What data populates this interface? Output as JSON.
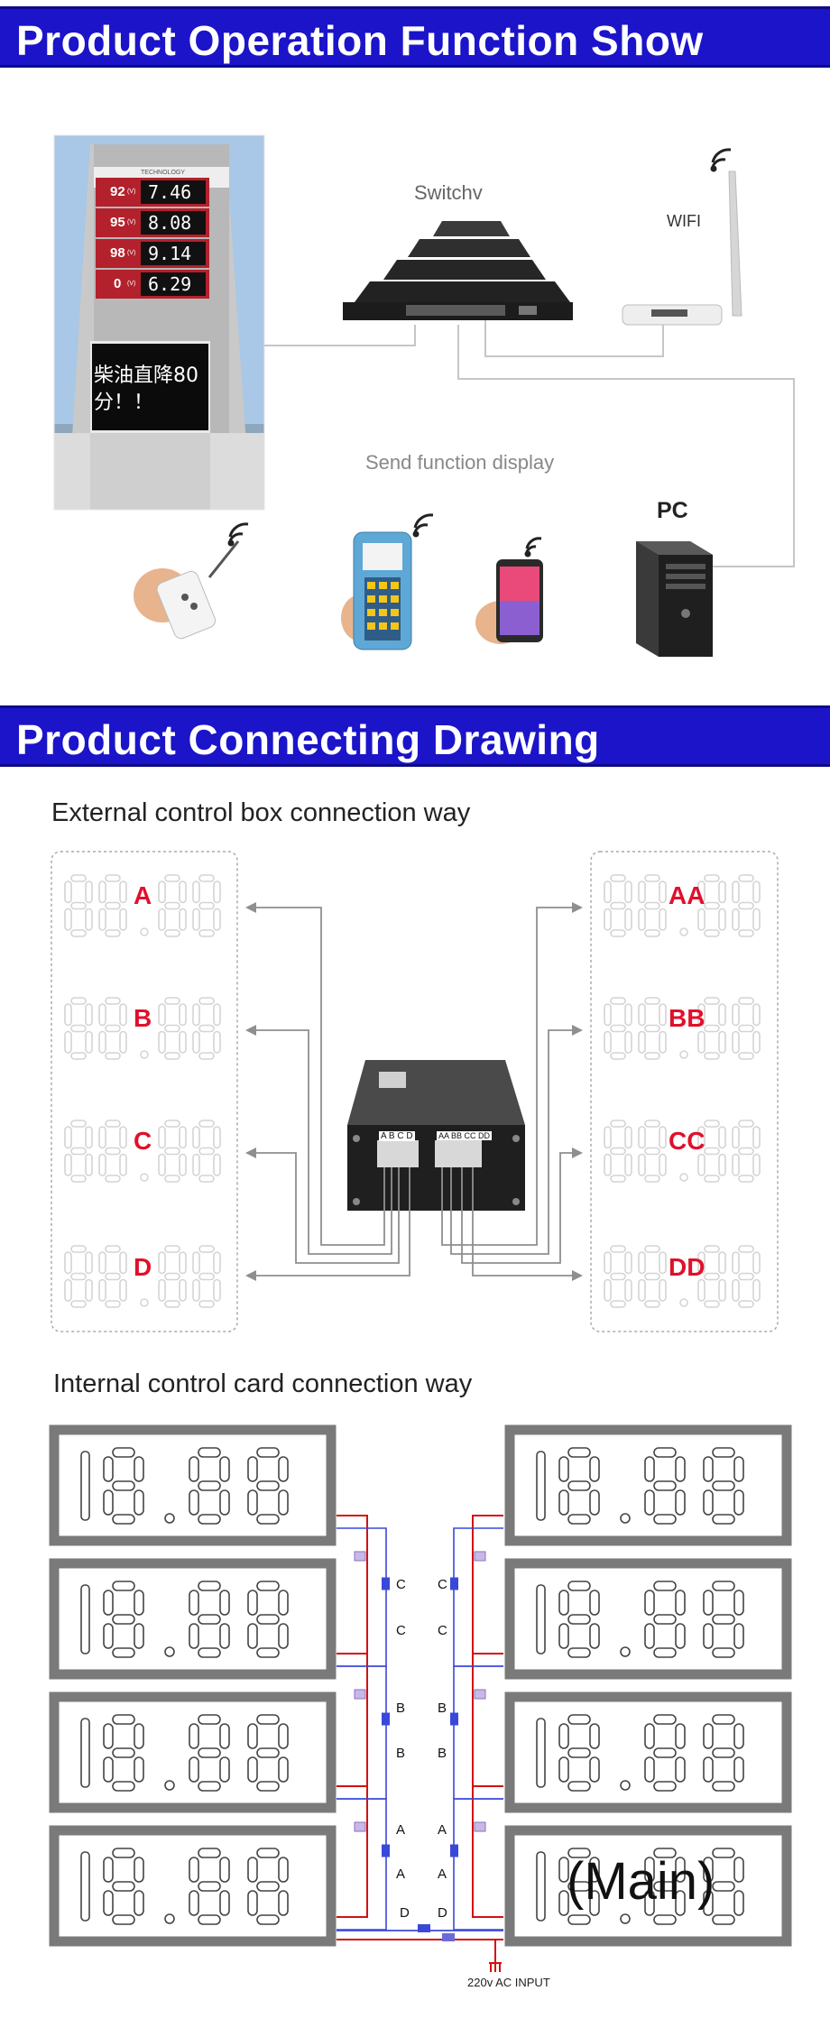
{
  "section1": {
    "title": "Product Operation Function Show",
    "pylon": {
      "prices": [
        {
          "grade": "92",
          "unit": "(V)",
          "price": "7.46"
        },
        {
          "grade": "95",
          "unit": "(V)",
          "price": "8.08"
        },
        {
          "grade": "98",
          "unit": "(V)",
          "price": "9.14"
        },
        {
          "grade": "0",
          "unit": "(V)",
          "price": "6.29"
        }
      ],
      "led_message": "柴油直降80\n分！！",
      "brand_text": "TECHNOLOGY"
    },
    "switch_label": "Switchv",
    "wifi_label": "WIFI",
    "send_label": "Send function display",
    "pc_label": "PC"
  },
  "section2": {
    "title": "Product Connecting Drawing",
    "external_title": "External control box connection way",
    "external_left_labels": [
      "A",
      "B",
      "C",
      "D"
    ],
    "external_right_labels": [
      "AA",
      "BB",
      "CC",
      "DD"
    ],
    "box_port_left": "A B C D",
    "box_port_right": "AA BB CC DD",
    "internal_title": "Internal control card connection way",
    "wire_labels_left": [
      "C",
      "C",
      "B",
      "B",
      "A",
      "A",
      "D"
    ],
    "wire_labels_right": [
      "C",
      "C",
      "B",
      "B",
      "A",
      "A",
      "D"
    ],
    "main_label": "(Main)",
    "ac_input": "220v AC INPUT"
  },
  "colors": {
    "banner": "#1b14c9",
    "letter_red": "#e0102b",
    "wire_red": "#d41010",
    "wire_blue": "#3a48d8",
    "panel_gray": "#7a7a7a"
  }
}
